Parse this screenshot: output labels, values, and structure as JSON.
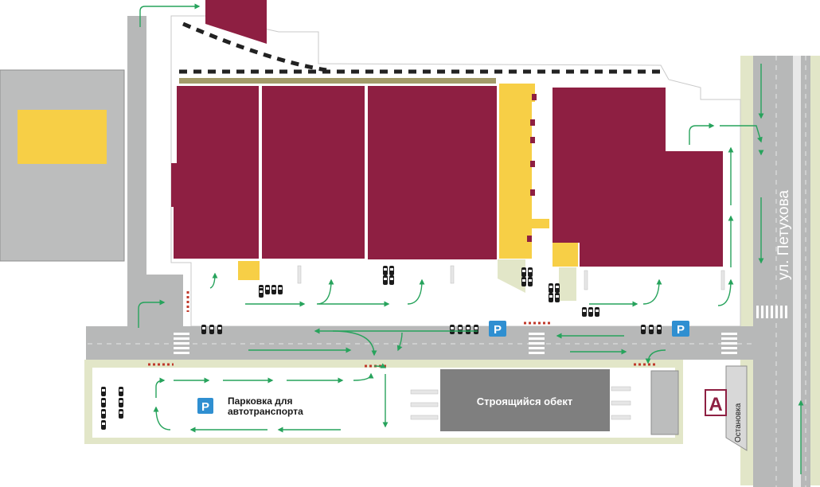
{
  "street_name": "ул. Петухова",
  "parking": {
    "title_line1": "Парковка для",
    "title_line2": "автотранспорта",
    "sign_letter": "P"
  },
  "construction_label": "Строящийся обект",
  "bus_stop": {
    "letter": "A",
    "label": "Остановка"
  },
  "icons": [
    "parking-sign-icon",
    "car-icon",
    "barrier-icon",
    "direction-arrow-icon",
    "bus-stop-icon",
    "crosswalk-icon"
  ],
  "colors": {
    "building": "#8e1f42",
    "highlight": "#f7cf46",
    "road": "#b7b8b8",
    "grass": "#e2e6c8",
    "arrow": "#27a35c",
    "parking_sign": "#2f8fd1",
    "construction": "#7f7f7f",
    "neighbor_block": "#bcbdbd"
  }
}
